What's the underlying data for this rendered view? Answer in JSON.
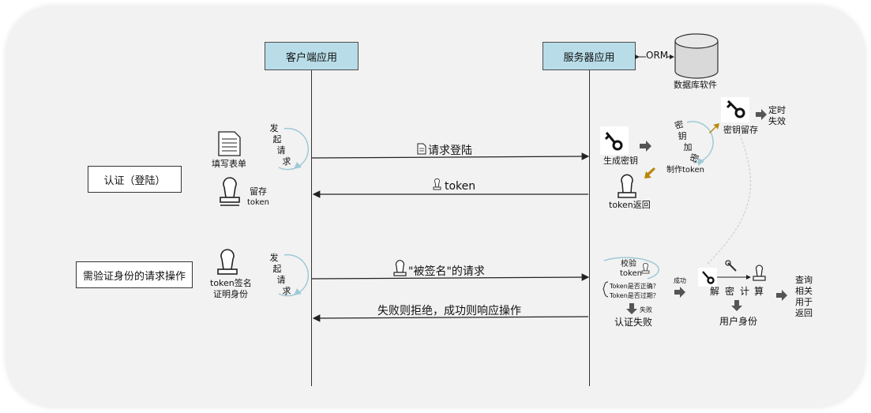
{
  "lifelines": {
    "client": "客户端应用",
    "server": "服务器应用"
  },
  "orm": "ORM",
  "database": "数据库软件",
  "sections": {
    "auth": "认证（登陆）",
    "request": "需验证身份的请求操作"
  },
  "client": {
    "initiate_chars": [
      "发",
      "起",
      "请",
      "求"
    ],
    "fill_form": "填写表单",
    "store": "留存",
    "store_token": "token",
    "signed_token": "token签名",
    "prove_identity": "证明身份"
  },
  "messages": {
    "login": "请求登陆",
    "token": "token",
    "signed_request": "\"被签名\"的请求",
    "response": "失败则拒绝，成功则响应操作"
  },
  "server": {
    "generate_key": "生成密钥",
    "encrypt_chars": [
      "密",
      "钥",
      "加",
      "密"
    ],
    "make_token": "制作token",
    "key_store": "密钥留存",
    "timed": "定时",
    "expire": "失效",
    "token_return": "token返回",
    "verify": "校验",
    "verify_token": "token",
    "check_correct": "Token是否正确？",
    "check_expired": "Token是否过期？",
    "success": "成功",
    "fail_small": "失败",
    "auth_fail": "认证失败",
    "decrypt_chars": [
      "解",
      "密",
      "计",
      "算"
    ],
    "user_identity": "用户身份",
    "query_chars": [
      "查询",
      "相关",
      "用于",
      "返回"
    ]
  }
}
